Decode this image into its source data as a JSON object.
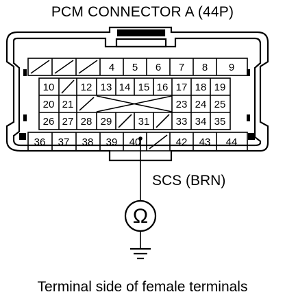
{
  "title": "PCM CONNECTOR A (44P)",
  "caption": "Terminal side of female terminals",
  "wire_label": "SCS (BRN)",
  "meter_symbol": "Ω",
  "connector": {
    "row1": [
      "",
      "",
      "",
      "4",
      "5",
      "6",
      "7",
      "8",
      "9"
    ],
    "row2": [
      "10",
      "",
      "12",
      "13",
      "14",
      "15",
      "16",
      "17",
      "18",
      "19"
    ],
    "row3": [
      "20",
      "21",
      "",
      "",
      "",
      "",
      "",
      "23",
      "24",
      "25"
    ],
    "row4": [
      "26",
      "27",
      "28",
      "29",
      "",
      "31",
      "",
      "33",
      "34",
      "35"
    ],
    "row5": [
      "36",
      "37",
      "38",
      "39",
      "40",
      "",
      "42",
      "43",
      "44"
    ]
  },
  "probe_terminal": "40"
}
